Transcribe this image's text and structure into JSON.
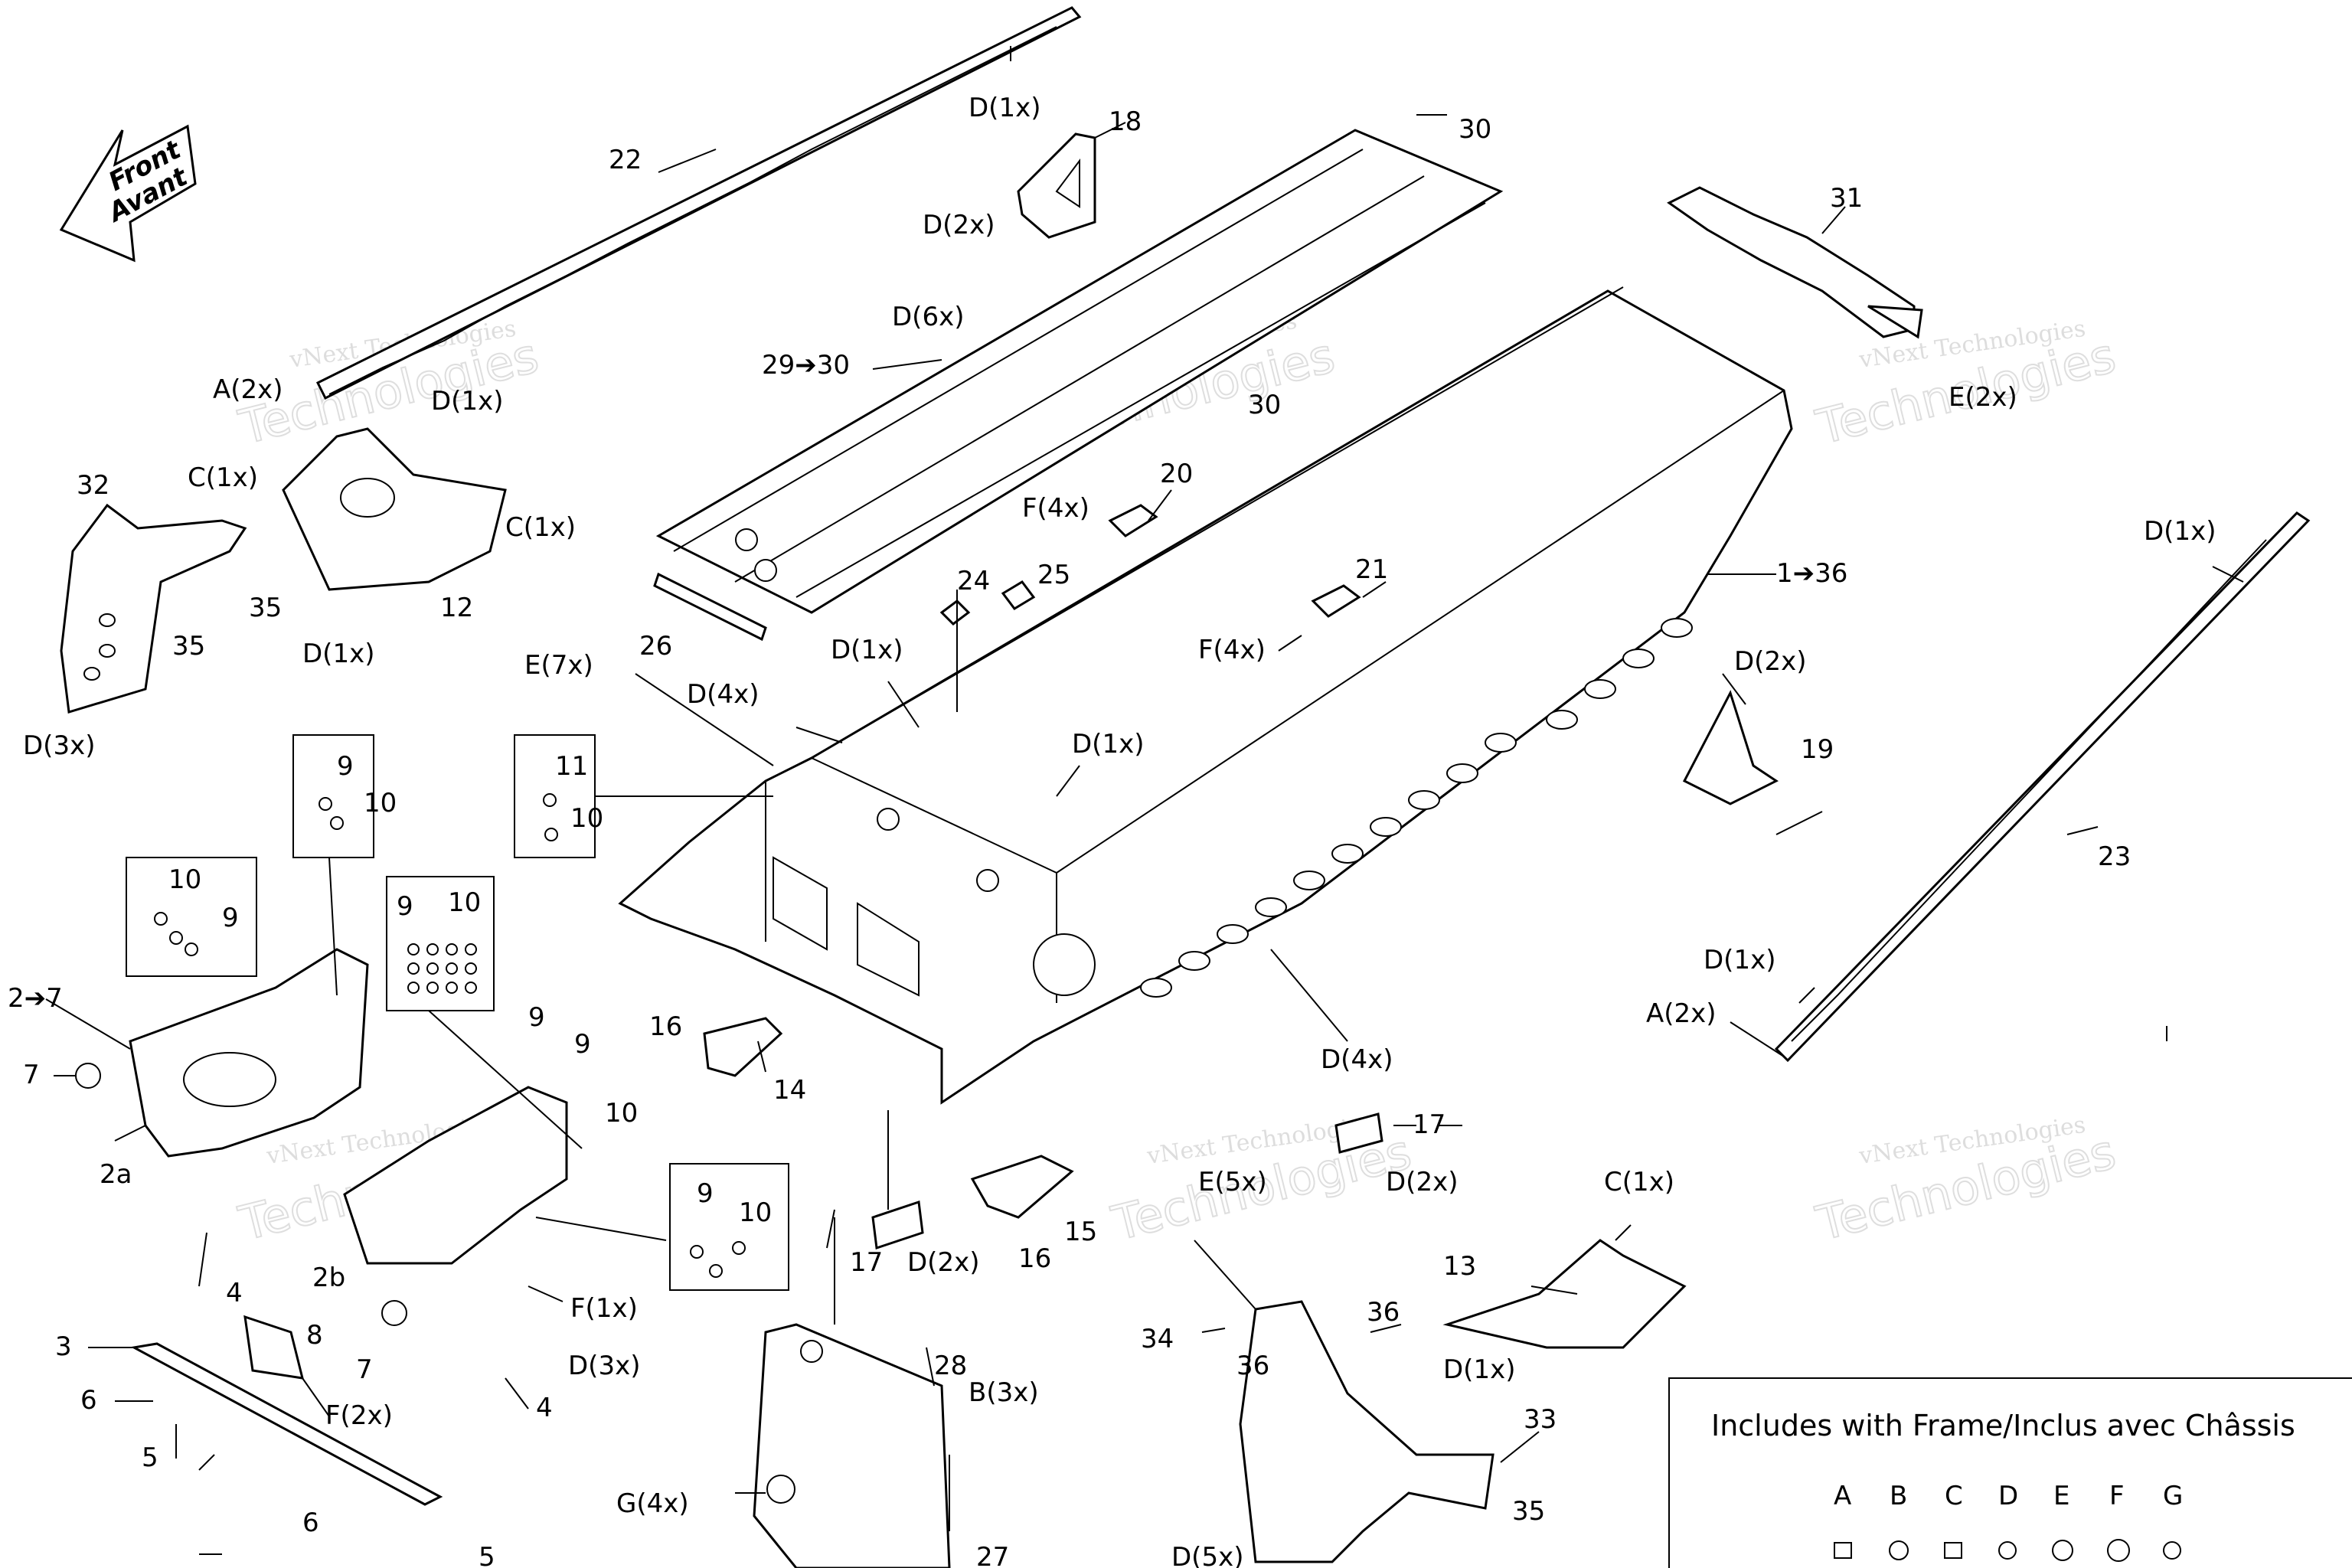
{
  "front_arrow": {
    "line1": "Front",
    "line2": "Avant"
  },
  "watermark": {
    "brand": "vNext",
    "company": "Technologies",
    "full": "vNext Technologies"
  },
  "legend": {
    "title": "Includes with Frame/Inclus avec Châssis",
    "letters": [
      "A",
      "B",
      "C",
      "D",
      "E",
      "F",
      "G"
    ]
  },
  "callouts": {
    "c1": "1➔36",
    "c2": "2➔7",
    "c2a": "2a",
    "c2b": "2b",
    "c3": "3",
    "c4a": "4",
    "c4b": "4",
    "c5a": "5",
    "c5b": "5",
    "c6a": "6",
    "c6b": "6",
    "c7a": "7",
    "c7b": "7",
    "c8": "8",
    "c9a": "9",
    "c9b": "9",
    "c9c": "9",
    "c9d": "9",
    "c9e": "9",
    "c10a": "10",
    "c10b": "10",
    "c10c": "10",
    "c10d": "10",
    "c10e": "10",
    "c10f": "10",
    "c11": "11",
    "c12": "12",
    "c13": "13",
    "c14": "14",
    "c15": "15",
    "c16a": "16",
    "c16b": "16",
    "c17a": "17",
    "c17b": "17",
    "c18": "18",
    "c19": "19",
    "c20": "20",
    "c21": "21",
    "c22": "22",
    "c23": "23",
    "c24": "24",
    "c25": "25",
    "c26": "26",
    "c27": "27",
    "c28": "28",
    "c29": "29➔30",
    "c30a": "30",
    "c30b": "30",
    "c31": "31",
    "c32": "32",
    "c33": "33",
    "c34": "34",
    "c35a": "35",
    "c35b": "35",
    "c35c": "35",
    "c36a": "36",
    "c36b": "36"
  },
  "hardware_labels": {
    "D1x_top": "D(1x)",
    "D2x_18": "D(2x)",
    "D6x": "D(6x)",
    "A2x_left": "A(2x)",
    "D1x_22": "D(1x)",
    "C1x_32": "C(1x)",
    "C1x_12": "C(1x)",
    "D1x_12": "D(1x)",
    "D3x_32": "D(3x)",
    "E7x": "E(7x)",
    "D4x_top": "D(4x)",
    "D1x_mid": "D(1x)",
    "D1x_mid2": "D(1x)",
    "F4x_20": "F(4x)",
    "F4x_21": "F(4x)",
    "E2x_31": "E(2x)",
    "D1x_23top": "D(1x)",
    "D2x_19": "D(2x)",
    "D1x_23": "D(1x)",
    "A2x_right": "A(2x)",
    "D4x_tunnel": "D(4x)",
    "D2x_17r": "D(2x)",
    "E5x": "E(5x)",
    "C1x_13": "C(1x)",
    "D1x_13": "D(1x)",
    "F1x": "F(1x)",
    "D3x_low": "D(3x)",
    "F2x": "F(2x)",
    "D2x_17l": "D(2x)",
    "B3x": "B(3x)",
    "G4x": "G(4x)",
    "D5x": "D(5x)"
  }
}
